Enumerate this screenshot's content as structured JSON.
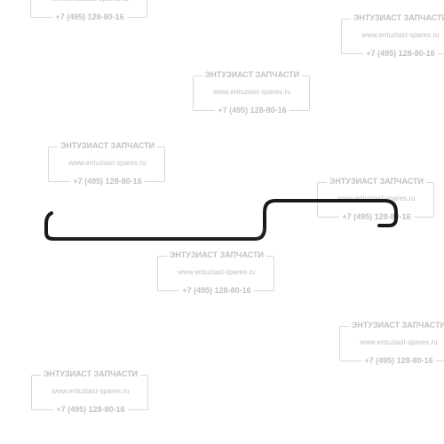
{
  "watermark": {
    "title": "ЭНТУЗИАСТ ЗАПЧАСТИ",
    "url": "www.entuziast-spares.ru",
    "phone": "+7 (495) 128-80-16"
  },
  "colors": {
    "watermark_text": "#c2c2c2",
    "watermark_border": "#d9d9d9",
    "part_stroke": "#1a1a1a",
    "background": "#ffffff"
  }
}
